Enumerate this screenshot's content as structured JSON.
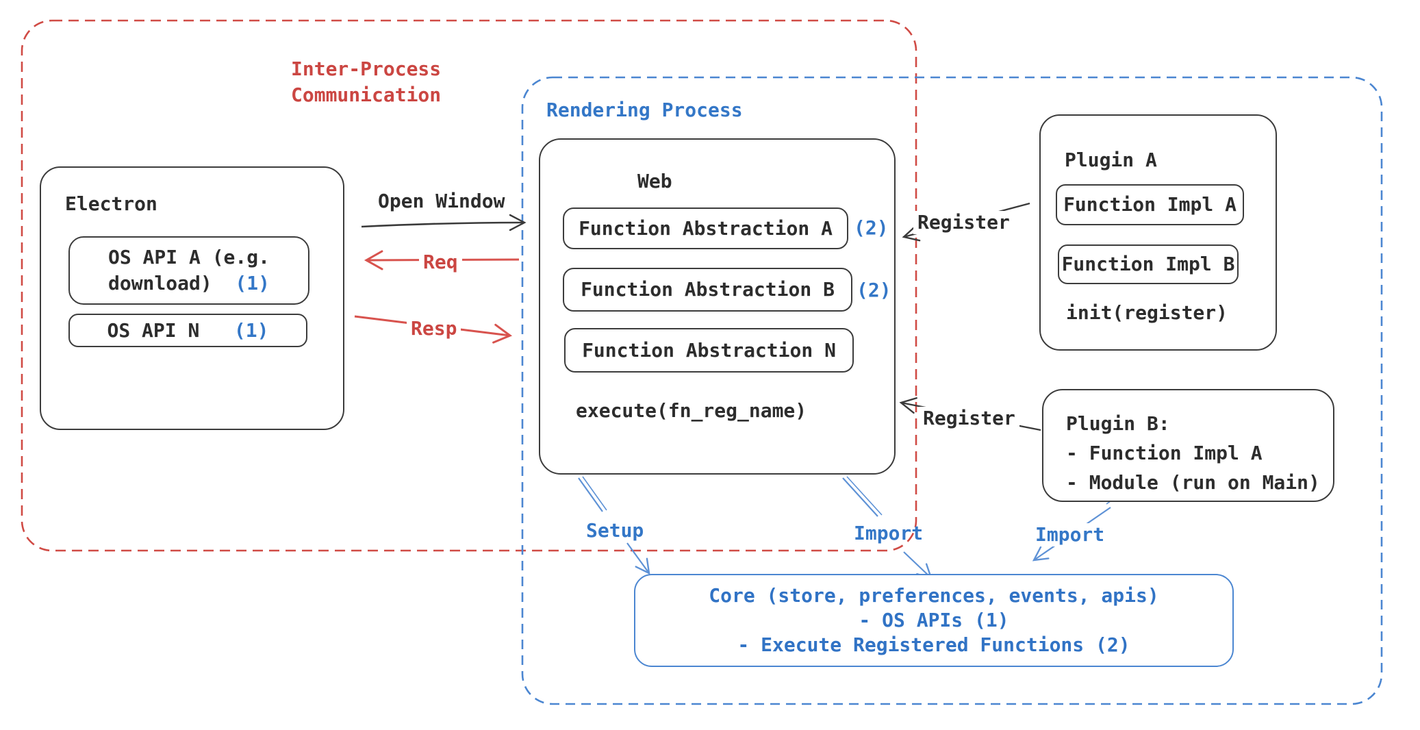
{
  "colors": {
    "red_accent": "#cb4642",
    "red_arrow": "#d8534e",
    "blue_text": "#3477c7",
    "blue_border": "#4b86d1",
    "blue_arrow": "#5e92d6",
    "black_ink": "#2d2d2d"
  },
  "regions": {
    "ipc": {
      "title_line1": "Inter-Process",
      "title_line2": "Communication"
    },
    "rendering": {
      "title": "Rendering Process"
    }
  },
  "electron": {
    "title": "Electron",
    "os_api_a_line1": "OS API A (e.g.",
    "os_api_a_line2": "download)",
    "os_api_a_ref": "(1)",
    "os_api_n_label": "OS API N",
    "os_api_n_ref": "(1)"
  },
  "web": {
    "title": "Web",
    "fn_a_label": "Function Abstraction A",
    "fn_a_ref": "(2)",
    "fn_b_label": "Function Abstraction B",
    "fn_b_ref": "(2)",
    "fn_n_label": "Function Abstraction N",
    "execute_label": "execute(fn_reg_name)"
  },
  "plugin_a": {
    "title": "Plugin A",
    "impl_a": "Function Impl A",
    "impl_b": "Function Impl B",
    "init_label": "init(register)"
  },
  "plugin_b": {
    "title": "Plugin B:",
    "item_1": "- Function Impl A",
    "item_2": "- Module (run on Main)"
  },
  "core": {
    "line1": "Core (store, preferences, events, apis)",
    "line2": "- OS APIs (1)",
    "line3": "- Execute Registered Functions (2)"
  },
  "arrows": {
    "open_window": "Open Window",
    "req": "Req",
    "resp": "Resp",
    "register_top": "Register",
    "register_bottom": "Register",
    "setup": "Setup",
    "import_left": "Import",
    "import_right": "Import"
  }
}
